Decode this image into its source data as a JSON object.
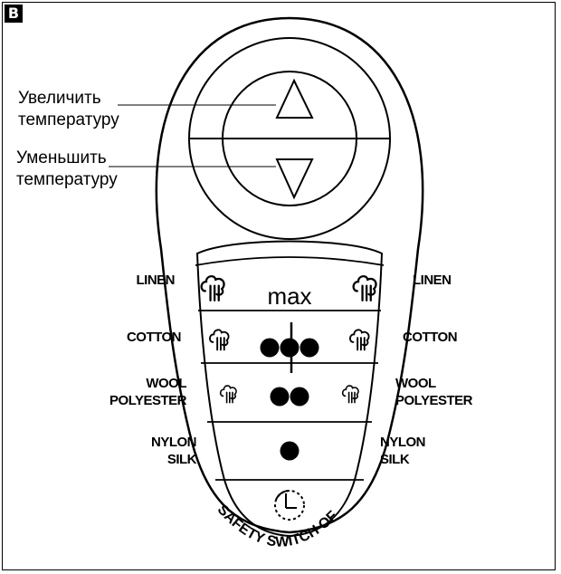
{
  "panel": {
    "label": "B"
  },
  "callouts": {
    "increase": [
      "Увеличить",
      "температуру"
    ],
    "decrease": [
      "Уменьшить",
      "температуру"
    ]
  },
  "display": {
    "max_label": "max"
  },
  "settings": [
    {
      "lines": [
        "LINEN"
      ],
      "dots": 0
    },
    {
      "lines": [
        "COTTON"
      ],
      "dots": 3
    },
    {
      "lines": [
        "WOOL",
        "POLYESTER"
      ],
      "dots": 2
    },
    {
      "lines": [
        "NYLON",
        "SILK"
      ],
      "dots": 1
    }
  ],
  "safety_label": "SAFETY SWITCH OFF",
  "icons": {
    "up": "triangle-up-icon",
    "down": "triangle-down-icon",
    "steam": "steam-icon",
    "timer": "timer-icon"
  },
  "colors": {
    "ink": "#000000",
    "paper": "#ffffff"
  }
}
